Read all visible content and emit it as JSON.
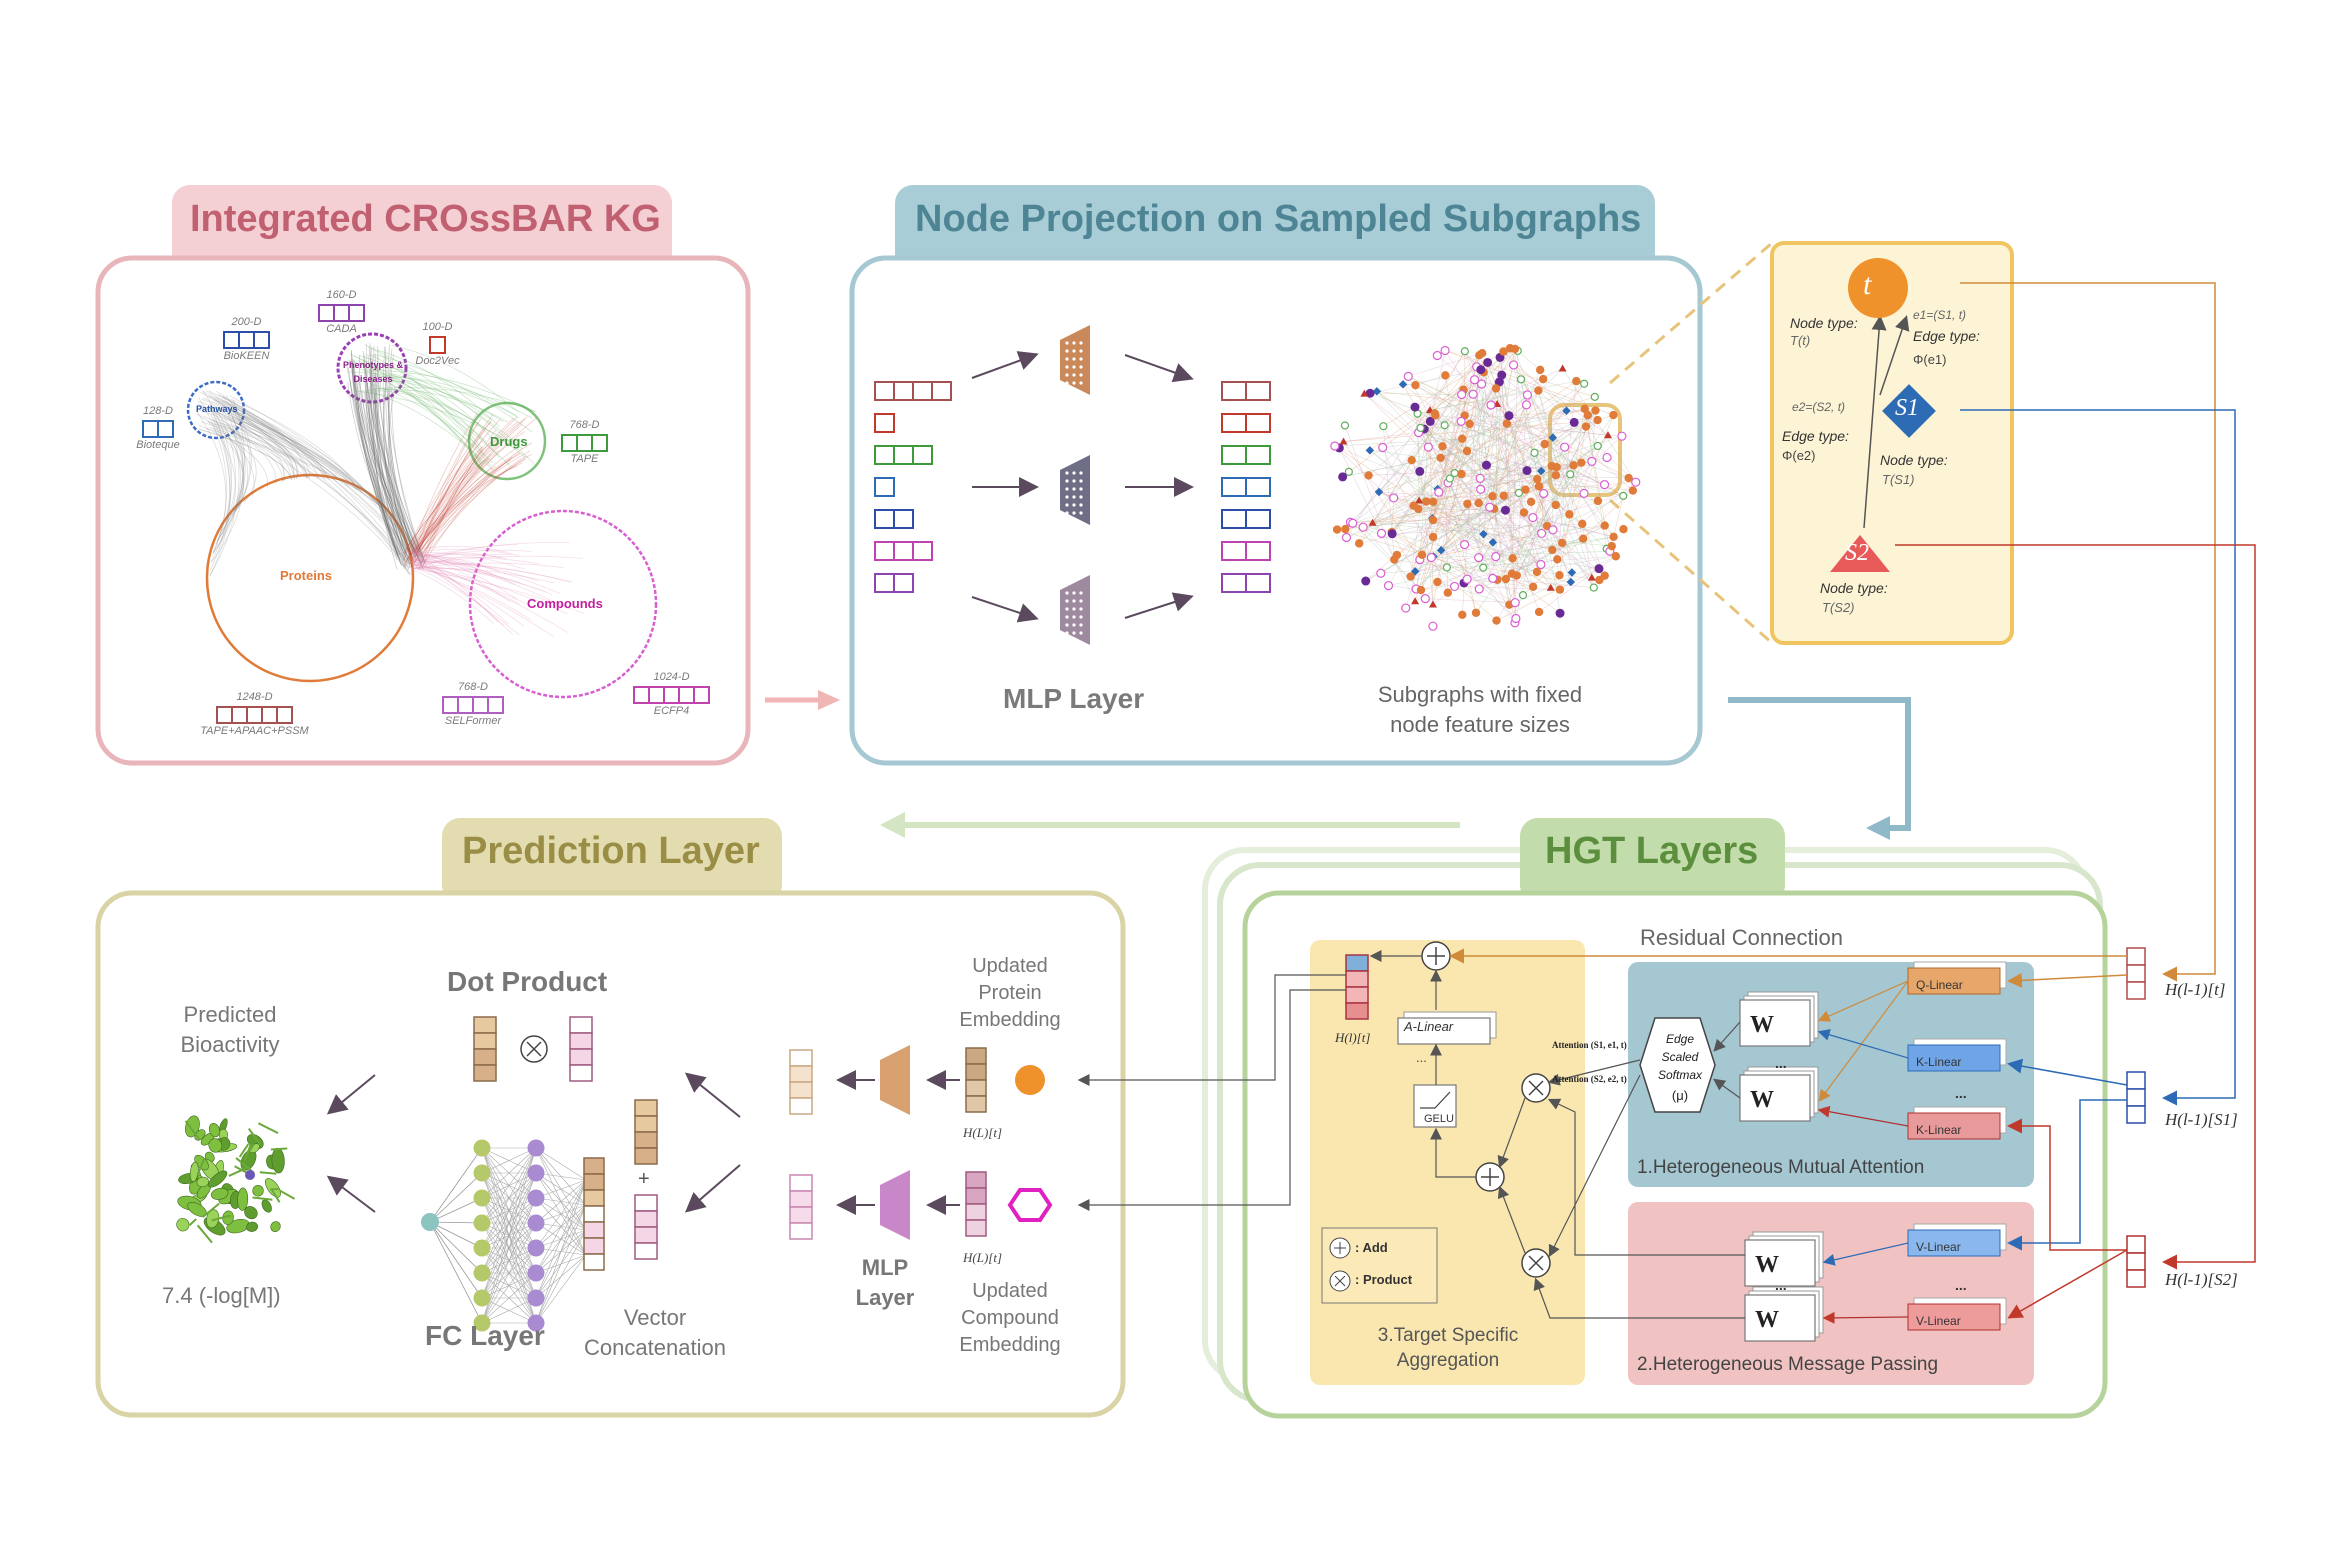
{
  "kg_panel": {
    "title": "Integrated CROssBAR KG",
    "nodes": {
      "proteins": "Proteins",
      "compounds": "Compounds",
      "drugs": "Drugs",
      "pathways": "Pathways",
      "phenotypes": "Phenotypes & Diseases"
    },
    "embeddings": [
      {
        "dim": "200-D",
        "name": "BioKEEN"
      },
      {
        "dim": "160-D",
        "name": "CADA"
      },
      {
        "dim": "100-D",
        "name": "Doc2Vec"
      },
      {
        "dim": "128-D",
        "name": "Bioteque"
      },
      {
        "dim": "768-D",
        "name": "TAPE"
      },
      {
        "dim": "1248-D",
        "name": "TAPE+APAAC+PSSM"
      },
      {
        "dim": "768-D",
        "name": "SELFormer"
      },
      {
        "dim": "1024-D",
        "name": "ECFP4"
      }
    ]
  },
  "projection_panel": {
    "title": "Node Projection on Sampled Subgraphs",
    "mlp_label": "MLP Layer",
    "subgraph_label_1": "Subgraphs with fixed",
    "subgraph_label_2": "node feature sizes"
  },
  "zoom_panel": {
    "target": "t",
    "s1": "S1",
    "s2": "S2",
    "node_type_label": "Node type:",
    "edge_type_label": "Edge type:",
    "t_type": "T(t)",
    "s1_type": "T(S1)",
    "s2_type": "T(S2)",
    "e1": "e1=(S1, t)",
    "e2": "e2=(S2, t)",
    "phi_e1": "Φ(e1)",
    "phi_e2": "Φ(e2)"
  },
  "hgt_panel": {
    "title": "HGT Layers",
    "residual": "Residual Connection",
    "section1": "1.Heterogeneous Mutual Attention",
    "section2": "2.Heterogeneous Message Passing",
    "section3_1": "3.Target Specific",
    "section3_2": "Aggregation",
    "q_linear": "Q-Linear",
    "k_linear": "K-Linear",
    "v_linear": "V-Linear",
    "a_linear": "A-Linear",
    "gelu": "GELU",
    "softmax_1": "Edge",
    "softmax_2": "Scaled",
    "softmax_3": "Softmax",
    "softmax_4": "(μ)",
    "att1": "Attention (S1, e1, t)",
    "att2": "Attention (S2, e2, t)",
    "w_att": "W",
    "add_label": ": Add",
    "product_label": ": Product",
    "h_t": "H(l-1)[t]",
    "h_s1": "H(l-1)[S1]",
    "h_s2": "H(l-1)[S2]",
    "h_out": "H(l)[t]",
    "ellipsis": "..."
  },
  "prediction_panel": {
    "title": "Prediction Layer",
    "dot_product": "Dot Product",
    "fc_layer": "FC Layer",
    "vector_concat_1": "Vector",
    "vector_concat_2": "Concatenation",
    "predicted_1": "Predicted",
    "predicted_2": "Bioactivity",
    "value": "7.4 (-log[M])",
    "mlp_1": "MLP",
    "mlp_2": "Layer",
    "updated_protein_1": "Updated",
    "updated_protein_2": "Protein",
    "updated_protein_3": "Embedding",
    "updated_compound_1": "Updated",
    "updated_compound_2": "Compound",
    "updated_compound_3": "Embedding",
    "h_L_t": "H(L)[t]"
  },
  "colors": {
    "kg": "#e8aab2",
    "kg_title": "#c06070",
    "proj": "#9cc3cf",
    "proj_title": "#4e8595",
    "zoom": "#f0c560",
    "hgt": "#b7d39c",
    "hgt_title": "#5b8f3d",
    "pred": "#d6cf95",
    "pred_title": "#9a8d45",
    "protein": "#e07b39",
    "compound": "#d95fd0",
    "drug": "#5fae5c",
    "pathway": "#3b6cc7",
    "phenotype": "#9b3fb5"
  }
}
